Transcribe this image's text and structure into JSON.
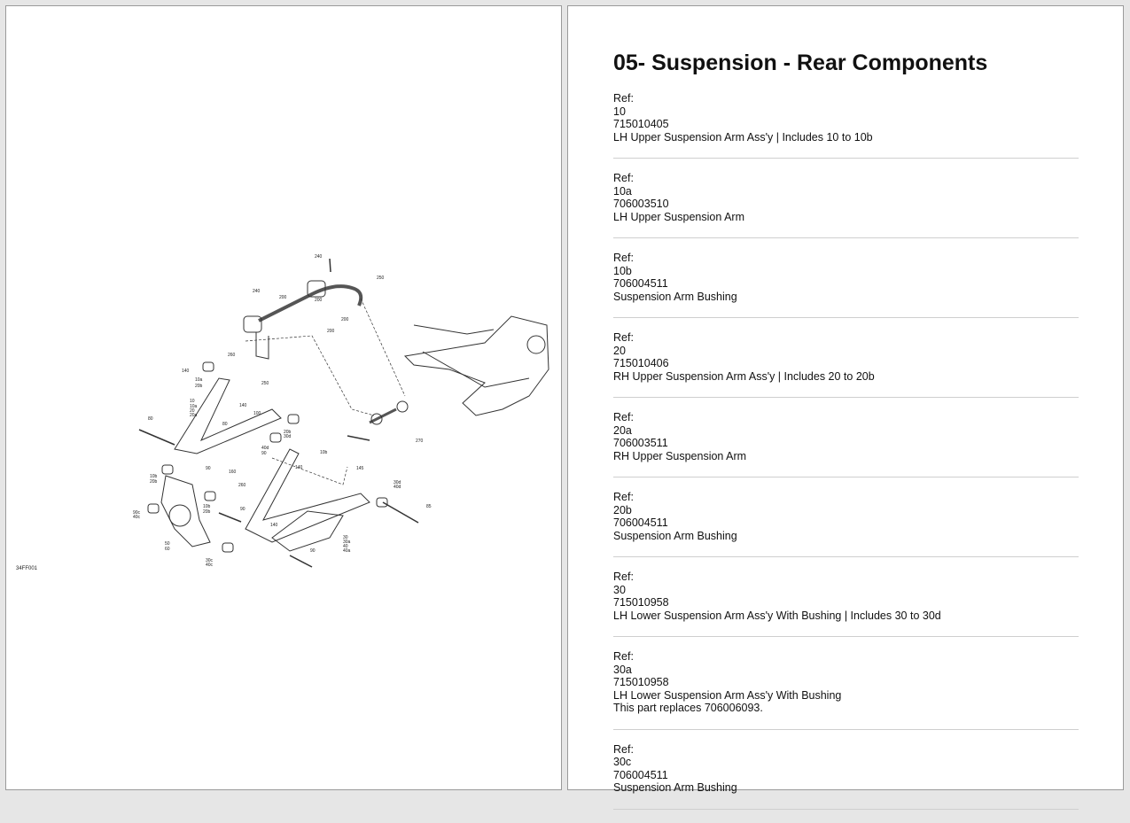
{
  "diagram": {
    "code": "34FF001",
    "callouts": [
      "240",
      "250",
      "240",
      "200",
      "200",
      "200",
      "200",
      "260",
      "250",
      "140",
      "10a",
      "20b",
      "10",
      "10a",
      "20",
      "20a",
      "80",
      "140",
      "100",
      "80",
      "90",
      "10b",
      "20b",
      "30d",
      "40d",
      "90",
      "140",
      "160",
      "260",
      "145",
      "30d",
      "40d",
      "85",
      "10b",
      "20b",
      "10b",
      "20b",
      "90",
      "50",
      "60",
      "90c",
      "40c",
      "140",
      "30",
      "30a",
      "40",
      "40a",
      "30c",
      "40c",
      "90",
      "270"
    ]
  },
  "document": {
    "title": "05- Suspension - Rear Components",
    "parts": [
      {
        "ref_label": "Ref:",
        "ref": "10",
        "part_number": "715010405",
        "description": "LH Upper Suspension Arm Ass'y | Includes 10 to 10b"
      },
      {
        "ref_label": "Ref:",
        "ref": "10a",
        "part_number": "706003510",
        "description": "LH Upper Suspension Arm"
      },
      {
        "ref_label": "Ref:",
        "ref": "10b",
        "part_number": "706004511",
        "description": "Suspension Arm Bushing"
      },
      {
        "ref_label": "Ref:",
        "ref": "20",
        "part_number": "715010406",
        "description": "RH Upper Suspension Arm Ass'y | Includes 20 to 20b"
      },
      {
        "ref_label": "Ref:",
        "ref": "20a",
        "part_number": "706003511",
        "description": "RH Upper Suspension Arm"
      },
      {
        "ref_label": "Ref:",
        "ref": "20b",
        "part_number": "706004511",
        "description": "Suspension Arm Bushing"
      },
      {
        "ref_label": "Ref:",
        "ref": "30",
        "part_number": "715010958",
        "description": "LH Lower Suspension Arm Ass'y With Bushing | Includes 30 to 30d"
      },
      {
        "ref_label": "Ref:",
        "ref": "30a",
        "part_number": "715010958",
        "description": "LH Lower Suspension Arm Ass'y With Bushing",
        "note": "This part replaces 706006093."
      },
      {
        "ref_label": "Ref:",
        "ref": "30c",
        "part_number": "706004511",
        "description": "Suspension Arm Bushing"
      }
    ]
  }
}
